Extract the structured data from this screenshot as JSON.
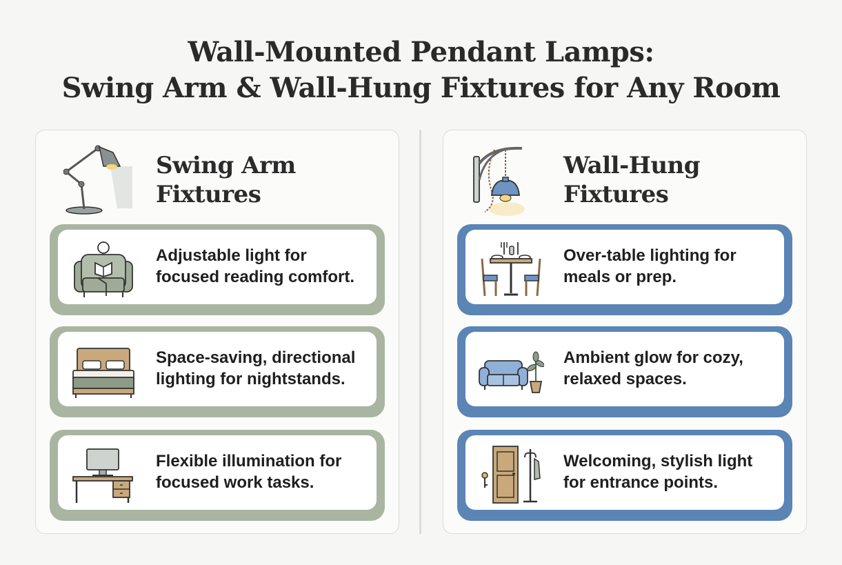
{
  "title": {
    "line1": "Wall-Mounted Pendant Lamps:",
    "line2": "Swing Arm & Wall-Hung Fixtures for Any Room"
  },
  "left_panel": {
    "title_line1": "Swing Arm",
    "title_line2": "Fixtures",
    "icon": "swing-arm-lamp-icon",
    "accent_color": "#a9b5a1",
    "cards": [
      {
        "icon": "reading-armchair-icon",
        "line1": "Adjustable light for",
        "line2": "focused reading comfort."
      },
      {
        "icon": "bed-icon",
        "line1": "Space-saving, directional",
        "line2": "lighting for nightstands."
      },
      {
        "icon": "desk-computer-icon",
        "line1": "Flexible illumination for",
        "line2": "focused work tasks."
      }
    ]
  },
  "right_panel": {
    "title_line1": "Wall-Hung",
    "title_line2": "Fixtures",
    "icon": "wall-hung-pendant-icon",
    "accent_color": "#5a85b5",
    "cards": [
      {
        "icon": "dining-table-icon",
        "line1": "Over-table lighting for",
        "line2": "meals or prep."
      },
      {
        "icon": "sofa-plant-icon",
        "line1": "Ambient glow for cozy,",
        "line2": "relaxed spaces."
      },
      {
        "icon": "door-coat-rack-icon",
        "line1": "Welcoming, stylish light",
        "line2": "for entrance points."
      }
    ]
  }
}
